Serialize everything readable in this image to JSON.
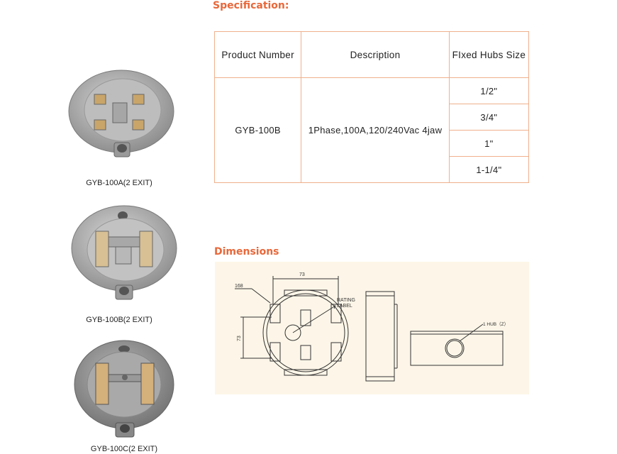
{
  "specification": {
    "title": "Specification:",
    "headers": [
      "Product Number",
      "Description",
      "FIxed Hubs Size"
    ],
    "product_number": "GYB-100B",
    "description": "1Phase,100A,120/240Vac 4jaw",
    "hub_sizes": [
      "1/2\"",
      "3/4\"",
      "1\"",
      "1-1/4\""
    ]
  },
  "products": [
    {
      "caption": "GYB-100A(2 EXIT)"
    },
    {
      "caption": "GYB-100B(2 EXIT)"
    },
    {
      "caption": "GYB-100C(2 EXIT)"
    }
  ],
  "dimensions": {
    "title": "Dimensions",
    "width_label": "73",
    "height_label": "73",
    "diameter_label": "168",
    "rating_label_line1": "RATING",
    "rating_label_line2": "LABEL",
    "hub_label": "1 HUB（Z）"
  },
  "colors": {
    "accent": "#e8683a",
    "table_border": "#f0b08c",
    "panel_bg": "#fdf6e8"
  }
}
